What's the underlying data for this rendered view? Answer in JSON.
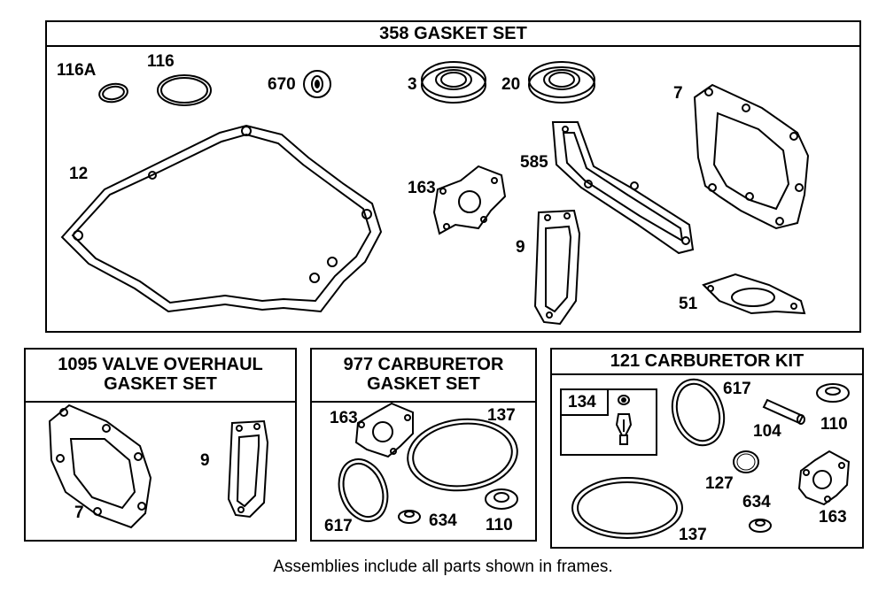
{
  "frames": {
    "gasket_set": {
      "title": "358 GASKET SET"
    },
    "valve_overhaul": {
      "title_line1": "1095 VALVE OVERHAUL",
      "title_line2": "GASKET SET"
    },
    "carb_gasket": {
      "title_line1": "977 CARBURETOR",
      "title_line2": "GASKET SET"
    },
    "carb_kit": {
      "title": "121 CARBURETOR KIT",
      "sub_box_label": "134"
    }
  },
  "labels": {
    "gasket_set": [
      "116A",
      "116",
      "670",
      "3",
      "20",
      "7",
      "12",
      "163",
      "585",
      "9",
      "51"
    ],
    "valve_overhaul": [
      "9",
      "7"
    ],
    "carb_gasket": [
      "163",
      "137",
      "617",
      "634",
      "110"
    ],
    "carb_kit": [
      "617",
      "104",
      "110",
      "127",
      "634",
      "163",
      "137"
    ]
  },
  "caption": "Assemblies include all parts shown in frames."
}
